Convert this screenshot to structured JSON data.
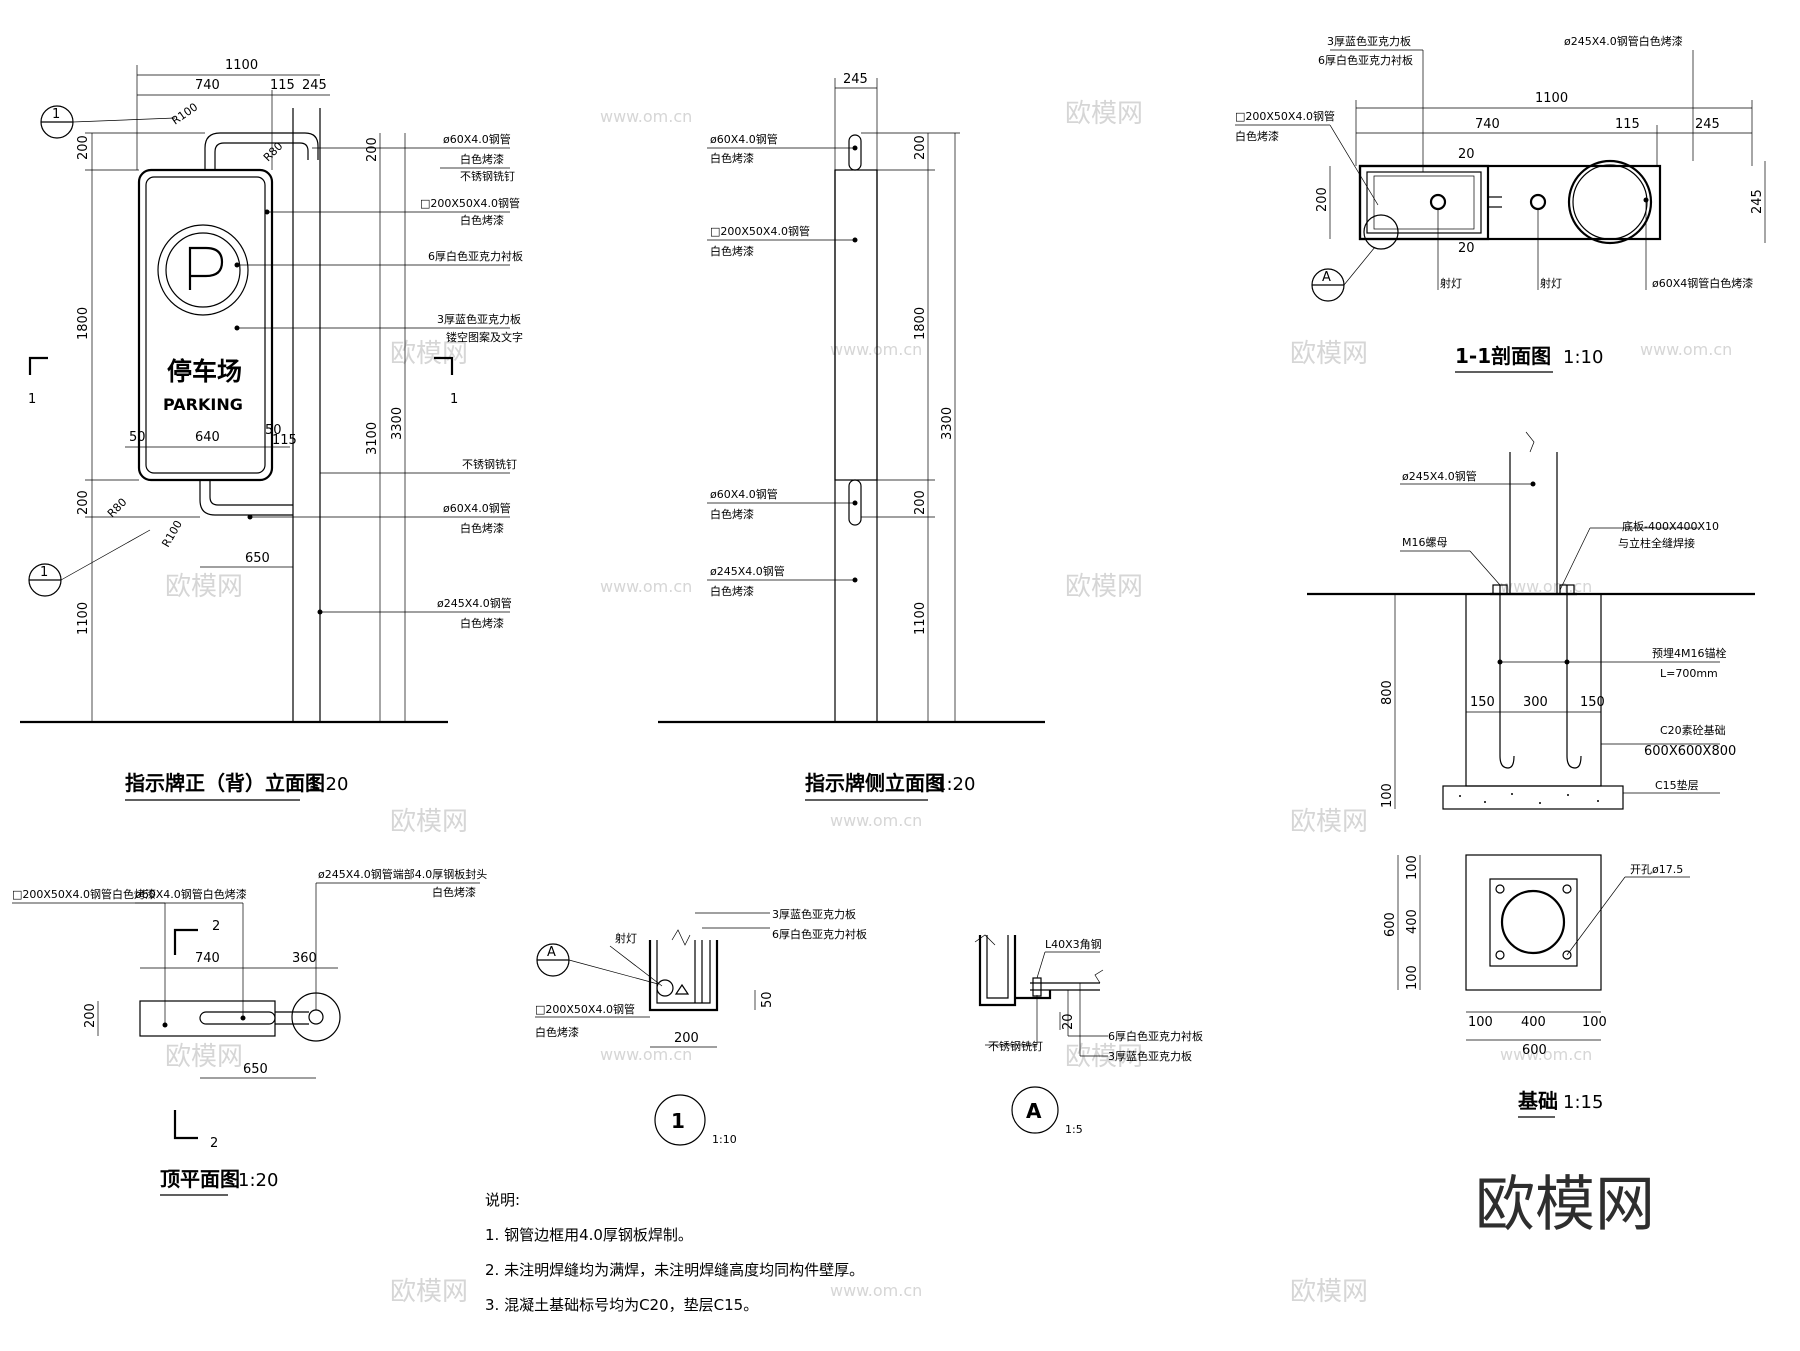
{
  "watermark": {
    "cn": "欧模网",
    "url": "www.om.cn",
    "brand": "欧模网"
  },
  "front": {
    "title": "指示牌正（背）立面图",
    "scale": "1:20",
    "sign_cn": "停车场",
    "sign_en": "PARKING",
    "dims": {
      "d1100": "1100",
      "d740": "740",
      "d115": "115",
      "d245": "245",
      "d200a": "200",
      "d1800": "1800",
      "d200b": "200",
      "d1100v": "1100",
      "d200r": "200",
      "d3100": "3100",
      "d3300": "3300",
      "d50a": "50",
      "d640": "640",
      "d50b": "50",
      "d115b": "115",
      "d650": "650",
      "r100a": "R100",
      "r80a": "R80",
      "r80b": "R80",
      "r100b": "R100"
    },
    "section_mark": "1",
    "detail_mark": "1",
    "annotations": [
      "ø60X4.0钢管",
      "白色烤漆",
      "不锈钢铣钉",
      "□200X50X4.0钢管",
      "白色烤漆",
      "6厚白色亚克力衬板",
      "3厚蓝色亚克力板",
      "镂空图案及文字",
      "不锈钢铣钉",
      "ø60X4.0钢管",
      "白色烤漆",
      "ø245X4.0钢管",
      "白色烤漆"
    ]
  },
  "side": {
    "title": "指示牌侧立面图",
    "scale": "1:20",
    "dims": {
      "d245": "245",
      "d200a": "200",
      "d1800": "1800",
      "d3300": "3300",
      "d200b": "200",
      "d1100": "1100"
    },
    "annotations": [
      "ø60X4.0钢管",
      "白色烤漆",
      "□200X50X4.0钢管",
      "白色烤漆",
      "ø60X4.0钢管",
      "白色烤漆",
      "ø245X4.0钢管",
      "白色烤漆"
    ]
  },
  "section11": {
    "title": "1-1剖面图",
    "scale": "1:10",
    "dims": {
      "d1100": "1100",
      "d740": "740",
      "d115": "115",
      "d245": "245",
      "d200": "200",
      "d245v": "245",
      "d20a": "20",
      "d20b": "20"
    },
    "annotations": [
      "3厚蓝色亚克力板",
      "6厚白色亚克力衬板",
      "ø245X4.0钢管白色烤漆",
      "□200X50X4.0钢管",
      "白色烤漆",
      "射灯",
      "射灯",
      "ø60X4钢管白色烤漆"
    ],
    "detail_mark": "A"
  },
  "foundation": {
    "title": "基础",
    "scale": "1:15",
    "dims": {
      "d800": "800",
      "d100": "100",
      "d150a": "150",
      "d300": "300",
      "d150b": "150",
      "d100a": "100",
      "d400": "400",
      "d100b": "100",
      "d600": "600",
      "h100a": "100",
      "h400": "400",
      "h100b": "100",
      "h600": "600"
    },
    "annotations": [
      "ø245X4.0钢管",
      "底板-400X400X10",
      "与立柱全缝焊接",
      "M16螺母",
      "预埋4M16锚栓",
      "L=700mm",
      "C20素砼基础",
      "600X600X800",
      "C15垫层",
      "开孔ø17.5"
    ]
  },
  "plan": {
    "title": "顶平面图",
    "scale": "1:20",
    "dims": {
      "d740": "740",
      "d360": "360",
      "d200": "200",
      "d650": "650"
    },
    "section_mark": "2",
    "annotations": [
      "ø60X4.0钢管白色烤漆",
      "□200X50X4.0钢管白色烤漆",
      "ø245X4.0钢管端部4.0厚钢板封头",
      "白色烤漆"
    ]
  },
  "detail1": {
    "mark": "1",
    "scale": "1:10",
    "dims": {
      "d200": "200",
      "d50": "50"
    },
    "annotations": [
      "射灯",
      "3厚蓝色亚克力板",
      "6厚白色亚克力衬板",
      "□200X50X4.0钢管",
      "白色烤漆"
    ],
    "detail_mark": "A"
  },
  "detailA": {
    "mark": "A",
    "scale": "1:5",
    "dims": {
      "d20": "20"
    },
    "annotations": [
      "L40X3角钢",
      "不锈钢铣钉",
      "6厚白色亚克力衬板",
      "3厚蓝色亚克力板"
    ]
  },
  "notes": {
    "heading": "说明:",
    "items": [
      "1.  钢管边框用4.0厚钢板焊制。",
      "2.  未注明焊缝均为满焊，未注明焊缝高度均同构件壁厚。",
      "3.  混凝土基础标号均为C20，垫层C15。"
    ]
  }
}
